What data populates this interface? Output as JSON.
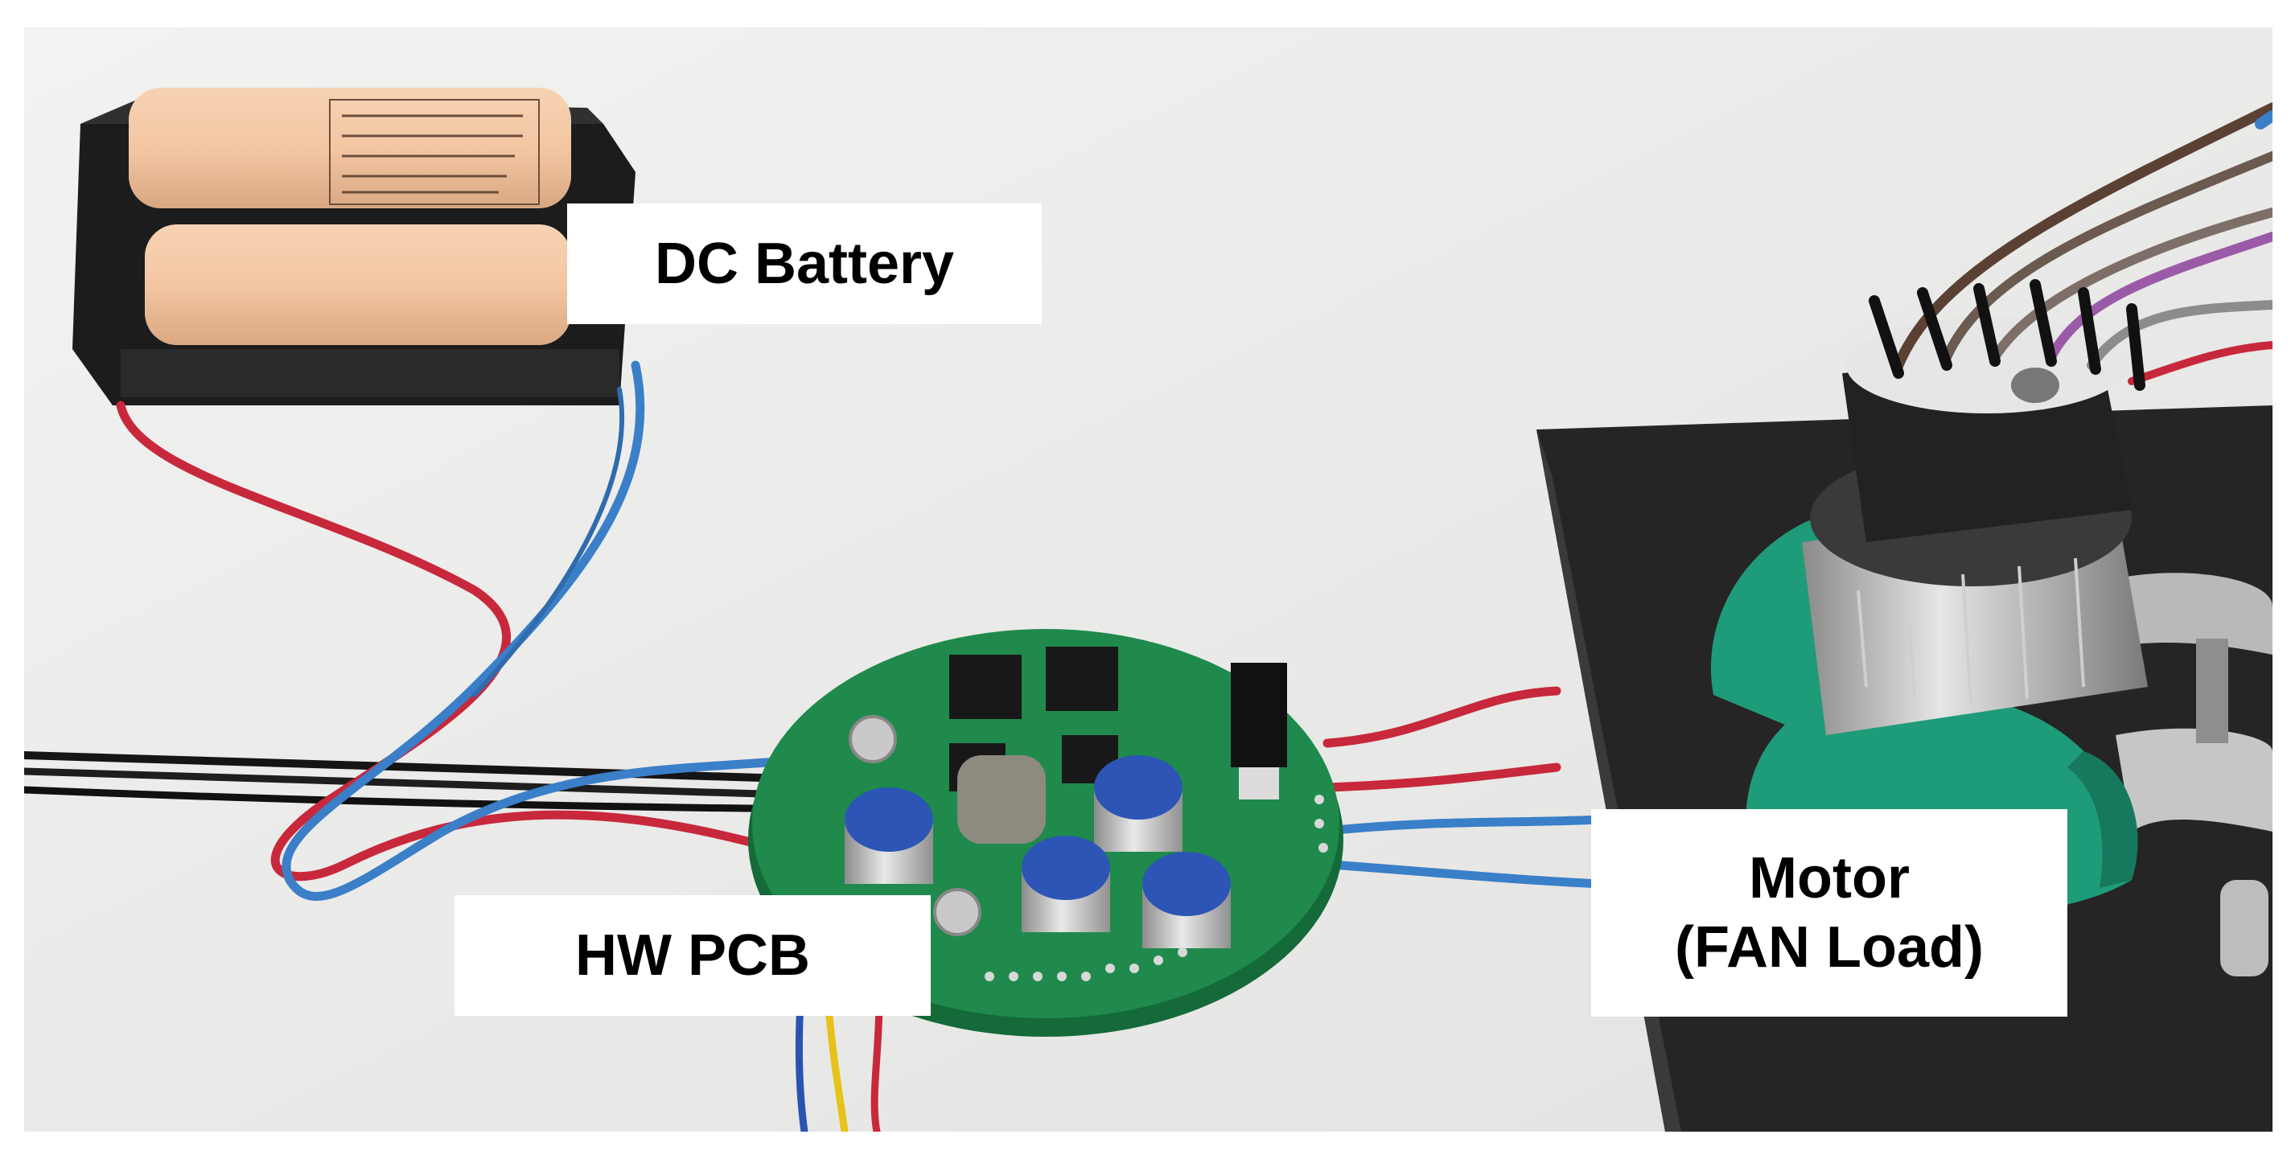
{
  "labels": {
    "battery": "DC Battery",
    "pcb": "HW PCB",
    "motor_line1": "Motor",
    "motor_line2": "(FAN Load)"
  },
  "colors": {
    "background": "#ebebea",
    "pcb_green": "#1f8a4c",
    "battery_tan": "#f3c6a3",
    "holder_black": "#1c1c1c",
    "wire_red": "#c8283c",
    "wire_blue": "#3a7fc8",
    "motor_mount_green": "#1e9b78",
    "stand_black": "#252525"
  }
}
